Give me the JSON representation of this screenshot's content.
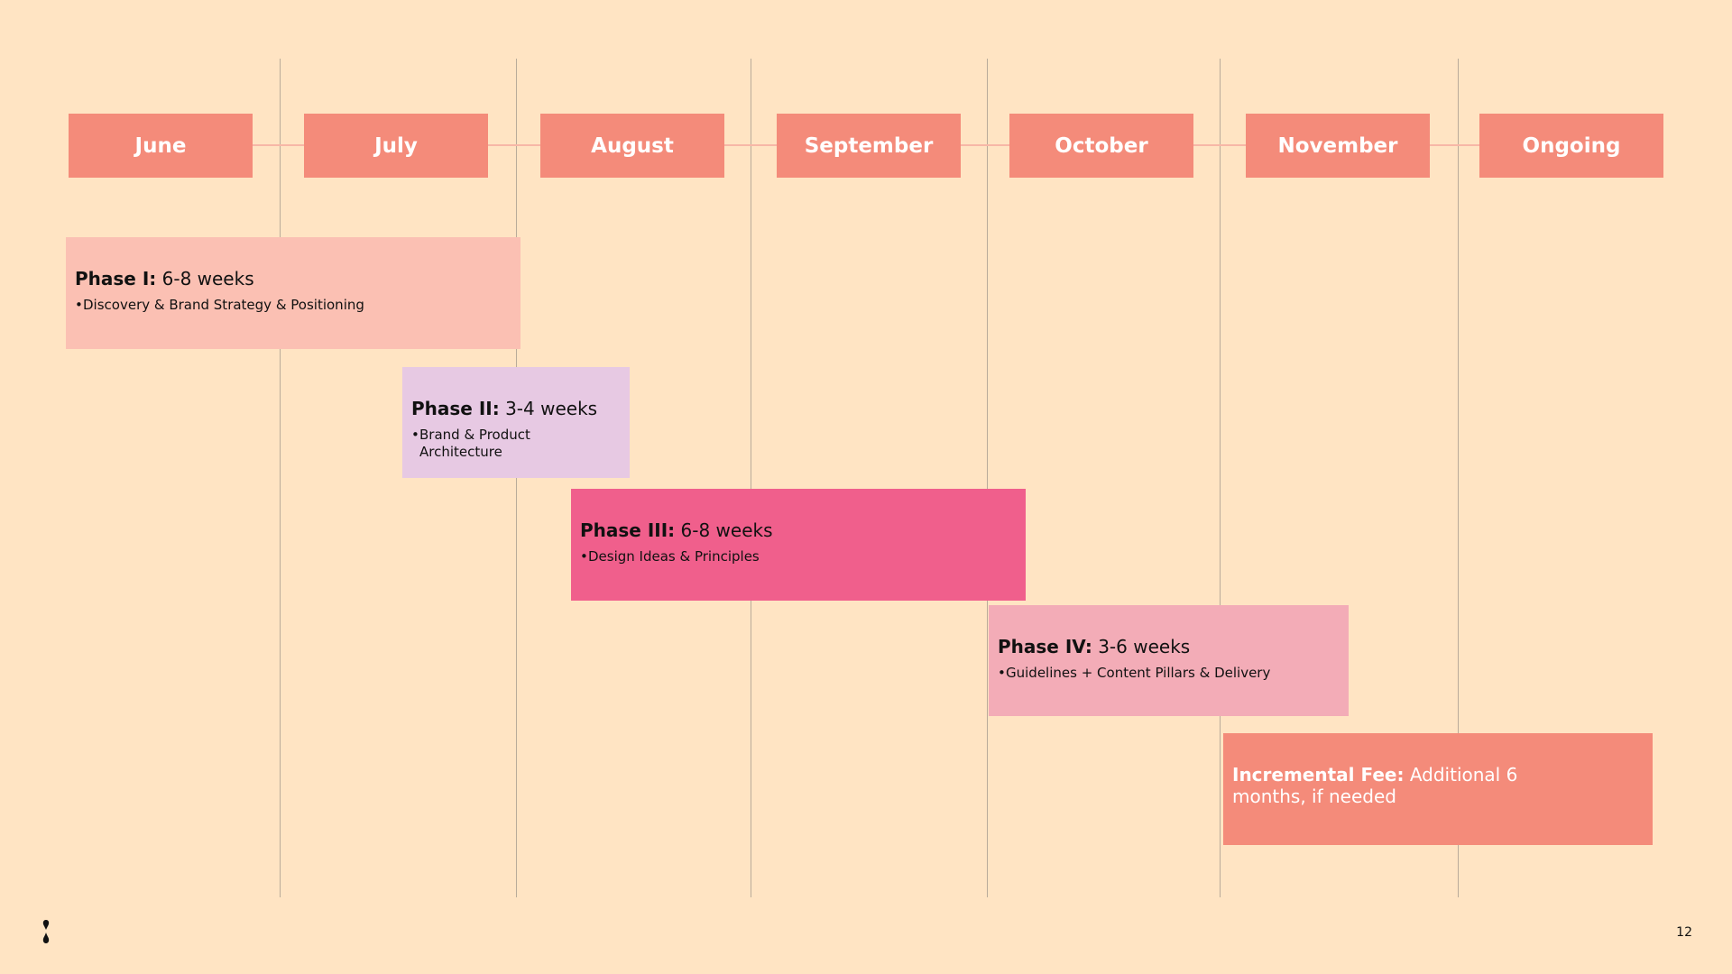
{
  "timeline": {
    "months": [
      "June",
      "July",
      "August",
      "September",
      "October",
      "November",
      "Ongoing"
    ]
  },
  "phases": [
    {
      "label": "Phase I:",
      "duration": "6-8 weeks",
      "items": [
        "Discovery & Brand Strategy & Positioning"
      ],
      "color": "#fbc0b3"
    },
    {
      "label": "Phase II:",
      "duration": "3-4 weeks",
      "items": [
        "Brand & Product Architecture"
      ],
      "color": "#e7c9e3"
    },
    {
      "label": "Phase III:",
      "duration": "6-8 weeks",
      "items": [
        "Design Ideas & Principles"
      ],
      "color": "#f05f8c"
    },
    {
      "label": "Phase IV:",
      "duration": "3-6 weeks",
      "items": [
        "Guidelines + Content Pillars & Delivery"
      ],
      "color": "#f3acb7"
    }
  ],
  "fee": {
    "label": "Incremental Fee:",
    "text": "Additional 6 months, if needed",
    "color": "#f48b7a"
  },
  "colors": {
    "background": "#ffe4c3",
    "month_box": "#f48b7a"
  },
  "footer": {
    "logo_icon": "brand-mark-icon",
    "page_number": "12"
  }
}
